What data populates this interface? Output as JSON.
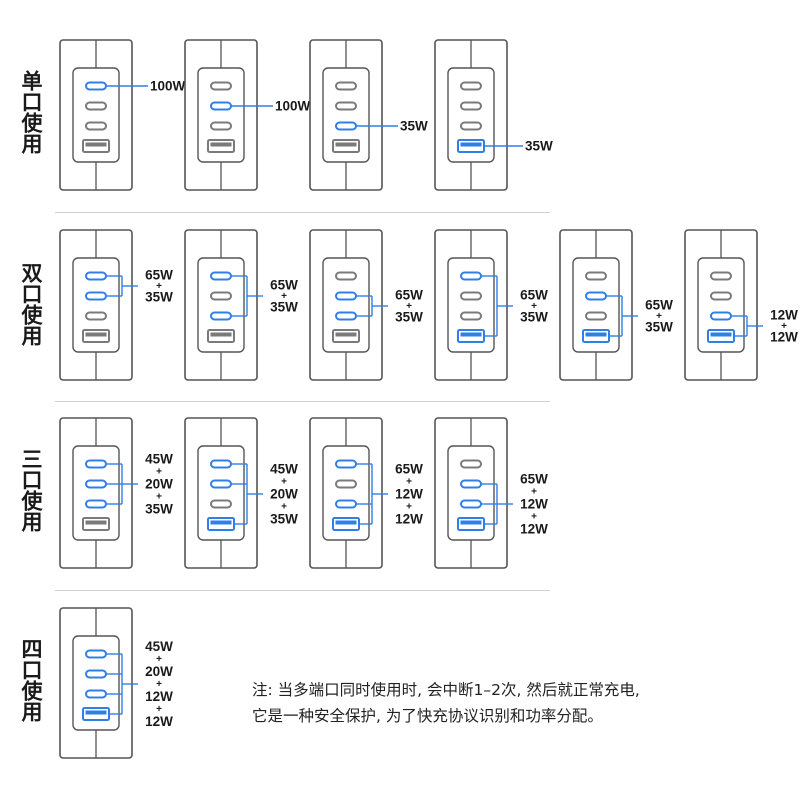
{
  "rows": [
    {
      "label": "单口使用",
      "configs": [
        {
          "ports": [
            "blue",
            "gray",
            "gray",
            "gray"
          ],
          "active": [
            0
          ],
          "watts": [
            "100W"
          ]
        },
        {
          "ports": [
            "gray",
            "blue",
            "gray",
            "gray"
          ],
          "active": [
            1
          ],
          "watts": [
            "100W"
          ]
        },
        {
          "ports": [
            "gray",
            "gray",
            "blue",
            "gray"
          ],
          "active": [
            2
          ],
          "watts": [
            "35W"
          ]
        },
        {
          "ports": [
            "gray",
            "gray",
            "gray",
            "blue"
          ],
          "active": [
            3
          ],
          "watts": [
            "35W"
          ]
        }
      ]
    },
    {
      "label": "双口使用",
      "configs": [
        {
          "ports": [
            "blue",
            "blue",
            "gray",
            "gray"
          ],
          "active": [
            0,
            1
          ],
          "watts": [
            "65W",
            "35W"
          ]
        },
        {
          "ports": [
            "blue",
            "gray",
            "blue",
            "gray"
          ],
          "active": [
            0,
            2
          ],
          "watts": [
            "65W",
            "35W"
          ]
        },
        {
          "ports": [
            "gray",
            "blue",
            "blue",
            "gray"
          ],
          "active": [
            1,
            2
          ],
          "watts": [
            "65W",
            "35W"
          ]
        },
        {
          "ports": [
            "blue",
            "gray",
            "gray",
            "blue"
          ],
          "active": [
            0,
            3
          ],
          "watts": [
            "65W",
            "35W"
          ]
        },
        {
          "ports": [
            "gray",
            "blue",
            "gray",
            "blue"
          ],
          "active": [
            1,
            3
          ],
          "watts": [
            "65W",
            "35W"
          ]
        },
        {
          "ports": [
            "gray",
            "gray",
            "blue",
            "blue"
          ],
          "active": [
            2,
            3
          ],
          "watts": [
            "12W",
            "12W"
          ]
        }
      ]
    },
    {
      "label": "三口使用",
      "configs": [
        {
          "ports": [
            "blue",
            "blue",
            "blue",
            "gray"
          ],
          "active": [
            0,
            1,
            2
          ],
          "watts": [
            "45W",
            "20W",
            "35W"
          ]
        },
        {
          "ports": [
            "blue",
            "blue",
            "gray",
            "blue"
          ],
          "active": [
            0,
            1,
            3
          ],
          "watts": [
            "45W",
            "20W",
            "35W"
          ]
        },
        {
          "ports": [
            "blue",
            "gray",
            "blue",
            "blue"
          ],
          "active": [
            0,
            2,
            3
          ],
          "watts": [
            "65W",
            "12W",
            "12W"
          ]
        },
        {
          "ports": [
            "gray",
            "blue",
            "blue",
            "blue"
          ],
          "active": [
            1,
            2,
            3
          ],
          "watts": [
            "65W",
            "12W",
            "12W"
          ]
        }
      ]
    },
    {
      "label": "四口使用",
      "configs": [
        {
          "ports": [
            "blue",
            "blue",
            "blue",
            "blue"
          ],
          "active": [
            0,
            1,
            2,
            3
          ],
          "watts": [
            "45W",
            "20W",
            "12W",
            "12W"
          ]
        }
      ]
    }
  ],
  "plus_sign": "+",
  "note": {
    "line1": "注: 当多端口同时使用时, 会中断1–2次, 然后就正常充电,",
    "line2": "它是一种安全保护, 为了快充协议识别和功率分配。"
  },
  "colors": {
    "blue": "#2f7fe6",
    "gray": "#7a7a7a",
    "outline": "#555555",
    "divider": "#cfcfcf",
    "text": "#1a1a1a"
  }
}
